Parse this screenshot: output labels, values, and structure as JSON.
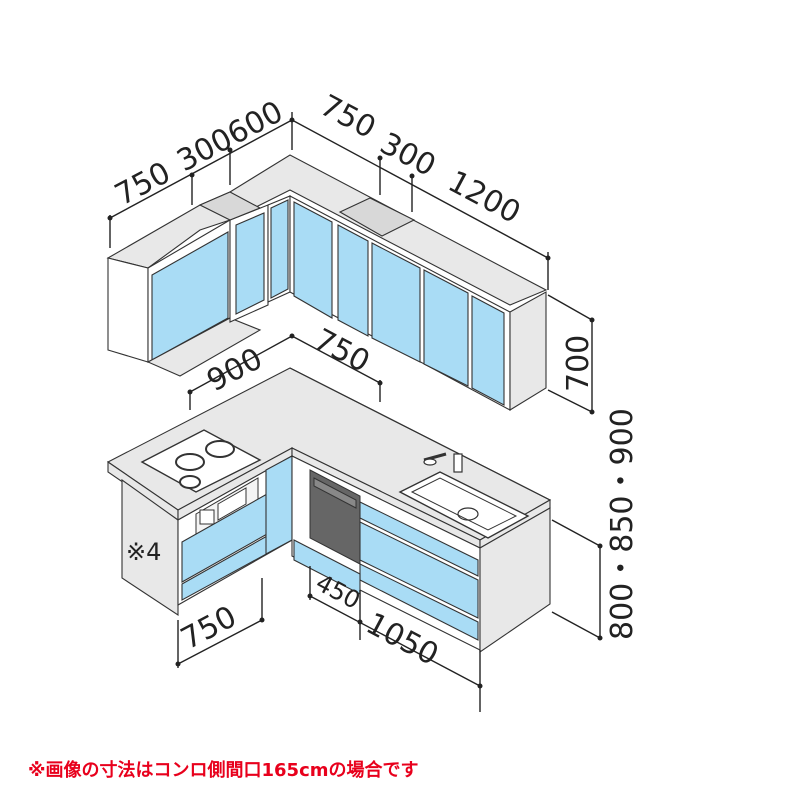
{
  "dimensions": {
    "upper_left_750": "750",
    "upper_300600": "300600",
    "upper_right_750": "750",
    "upper_right_300": "300",
    "upper_1200": "1200",
    "upper_height_700": "700",
    "counter_900": "900",
    "counter_750": "750",
    "lower_left_750": "750",
    "lower_450": "450",
    "lower_1050": "1050",
    "counter_height": "800・850・900"
  },
  "side_note": "※4",
  "footnote": "※画像の寸法はコンロ側間口165cmの場合です",
  "colors": {
    "door": "#a9dcf5",
    "footnote": "#e8001c"
  }
}
